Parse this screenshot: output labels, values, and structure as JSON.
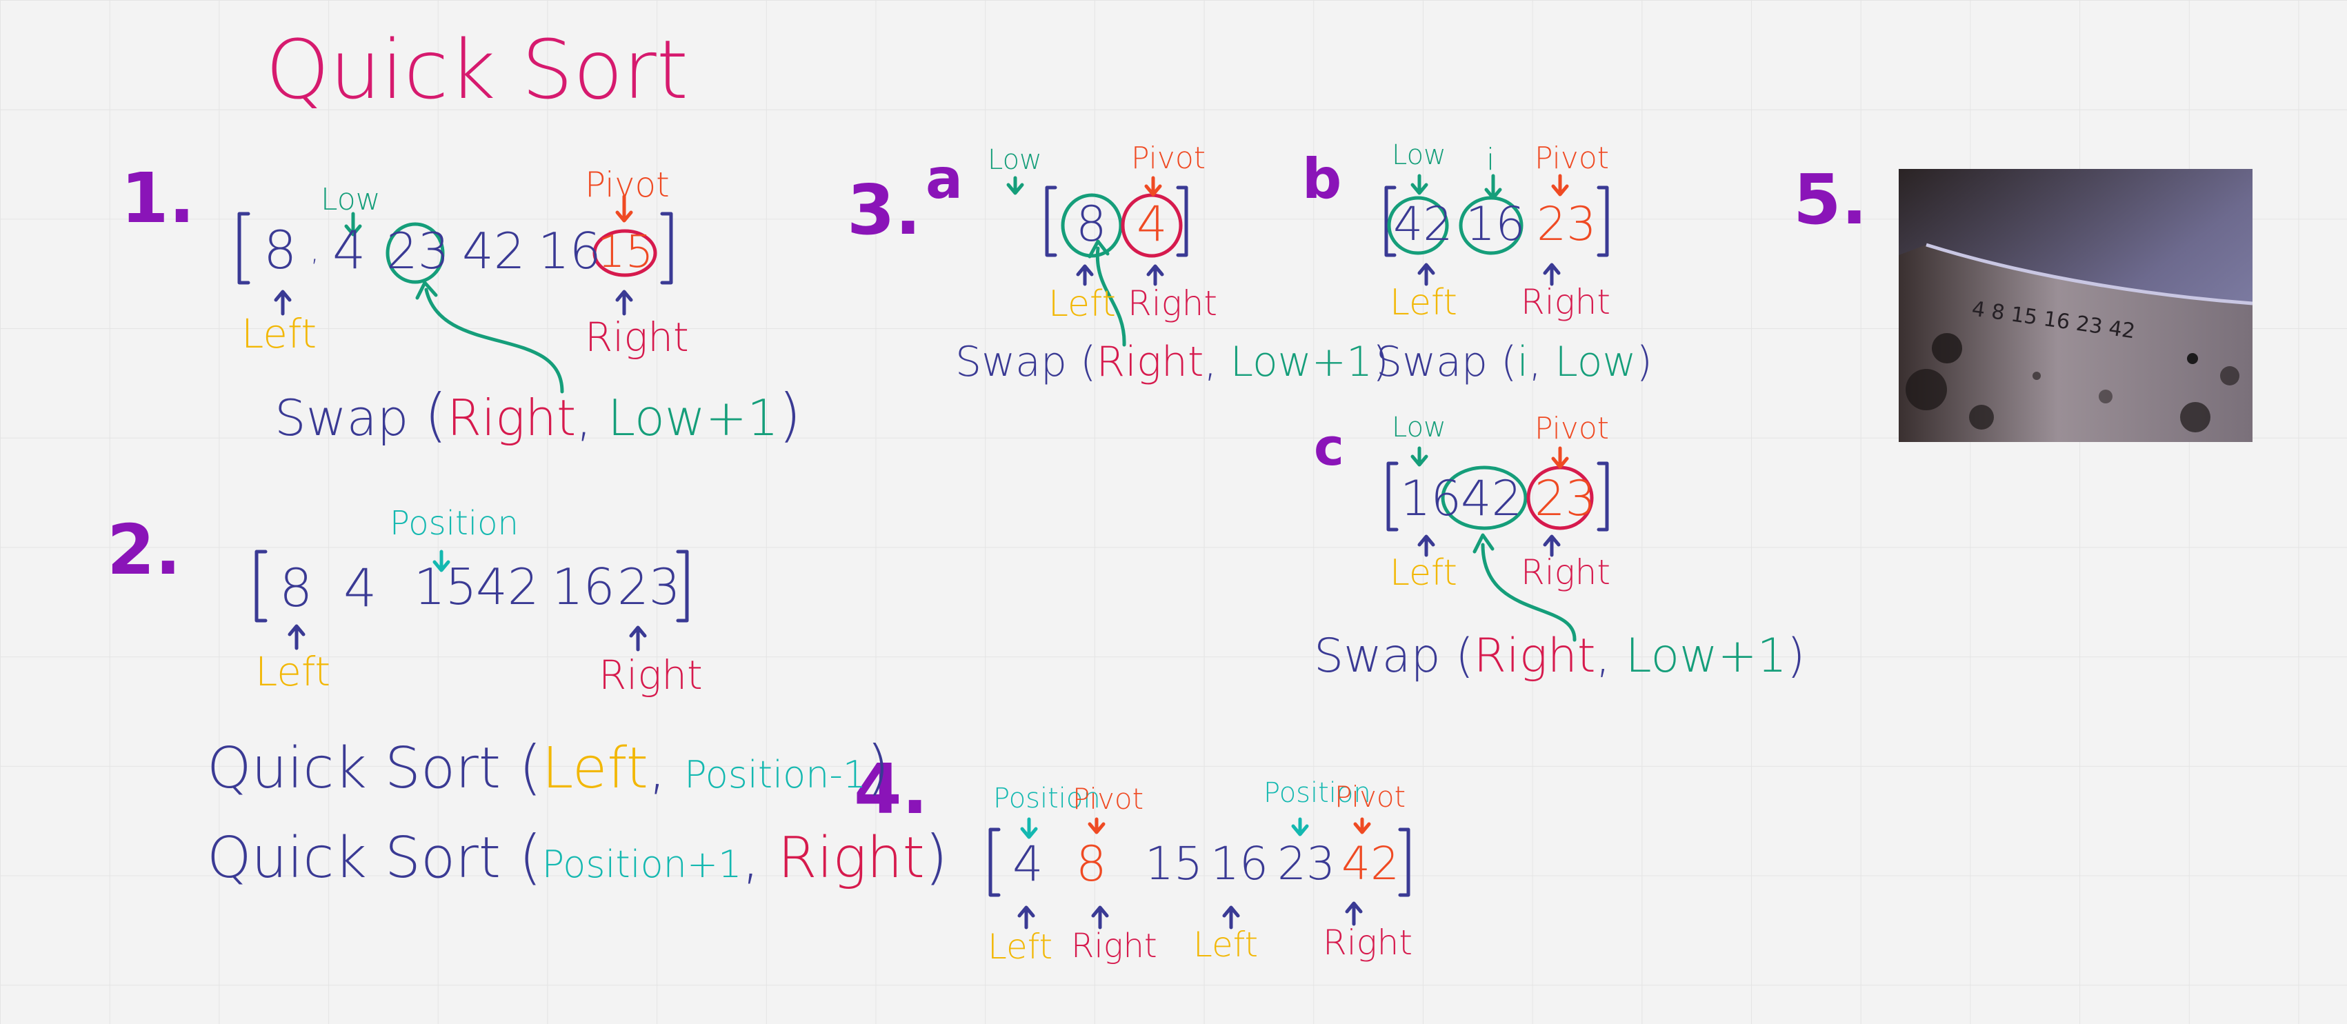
{
  "title": "Quick Sort",
  "step_numbers": {
    "s1": "1.",
    "s2": "2.",
    "s3": "3.",
    "s5": "5.",
    "s4": "4."
  },
  "sub_labels": {
    "a": "a",
    "b": "b",
    "c": "c"
  },
  "step1": {
    "values": [
      "8",
      "4",
      "23",
      "42",
      "16",
      "15"
    ],
    "low_label": "Low",
    "pivot_label": "Pivot",
    "left_label": "Left",
    "right_label": "Right",
    "swap": {
      "word": "Swap",
      "arg1": "Right",
      "arg2": "Low+1"
    }
  },
  "step2": {
    "values": [
      "8",
      "4",
      "15",
      "42",
      "16",
      "23"
    ],
    "position_label": "Position",
    "left_label": "Left",
    "right_label": "Right",
    "call1": {
      "name": "Quick Sort",
      "arg1": "Left",
      "arg2": "Position-1"
    },
    "call2": {
      "name": "Quick Sort",
      "arg1": "Position+1",
      "arg2": "Right"
    }
  },
  "step3a": {
    "values": [
      "8",
      "4"
    ],
    "low_label": "Low",
    "pivot_label": "Pivot",
    "left_label": "Left",
    "right_label": "Right",
    "swap": {
      "word": "Swap",
      "arg1": "Right",
      "arg2": "Low+1"
    }
  },
  "step3b": {
    "values": [
      "42",
      "16",
      "23"
    ],
    "low_label": "Low",
    "i_label": "i",
    "pivot_label": "Pivot",
    "left_label": "Left",
    "right_label": "Right",
    "swap": {
      "word": "Swap",
      "arg1": "i",
      "arg2": "Low"
    }
  },
  "step3c": {
    "values": [
      "16",
      "42",
      "23"
    ],
    "low_label": "Low",
    "pivot_label": "Pivot",
    "left_label": "Left",
    "right_label": "Right",
    "swap": {
      "word": "Swap",
      "arg1": "Right",
      "arg2": "Low+1"
    }
  },
  "step4": {
    "values": [
      "4",
      "8",
      "15",
      "16",
      "23",
      "42"
    ],
    "position1_label": "Position",
    "pivot1_label": "Pivot",
    "position2_label": "Position",
    "pivot2_label": "Pivot",
    "left1_label": "Left",
    "right1_label": "Right",
    "left2_label": "Left",
    "right2_label": "Right"
  },
  "step5": {
    "engraving": "4 8 15 16 23 42"
  },
  "colors": {
    "navy": "#3a3a94",
    "purple": "#8a14b8",
    "magenta": "#d61a6e",
    "red": "#d61a4d",
    "orange": "#ef4a23",
    "yellow": "#f2b705",
    "green": "#159e7a",
    "cyan": "#14b8b0"
  }
}
